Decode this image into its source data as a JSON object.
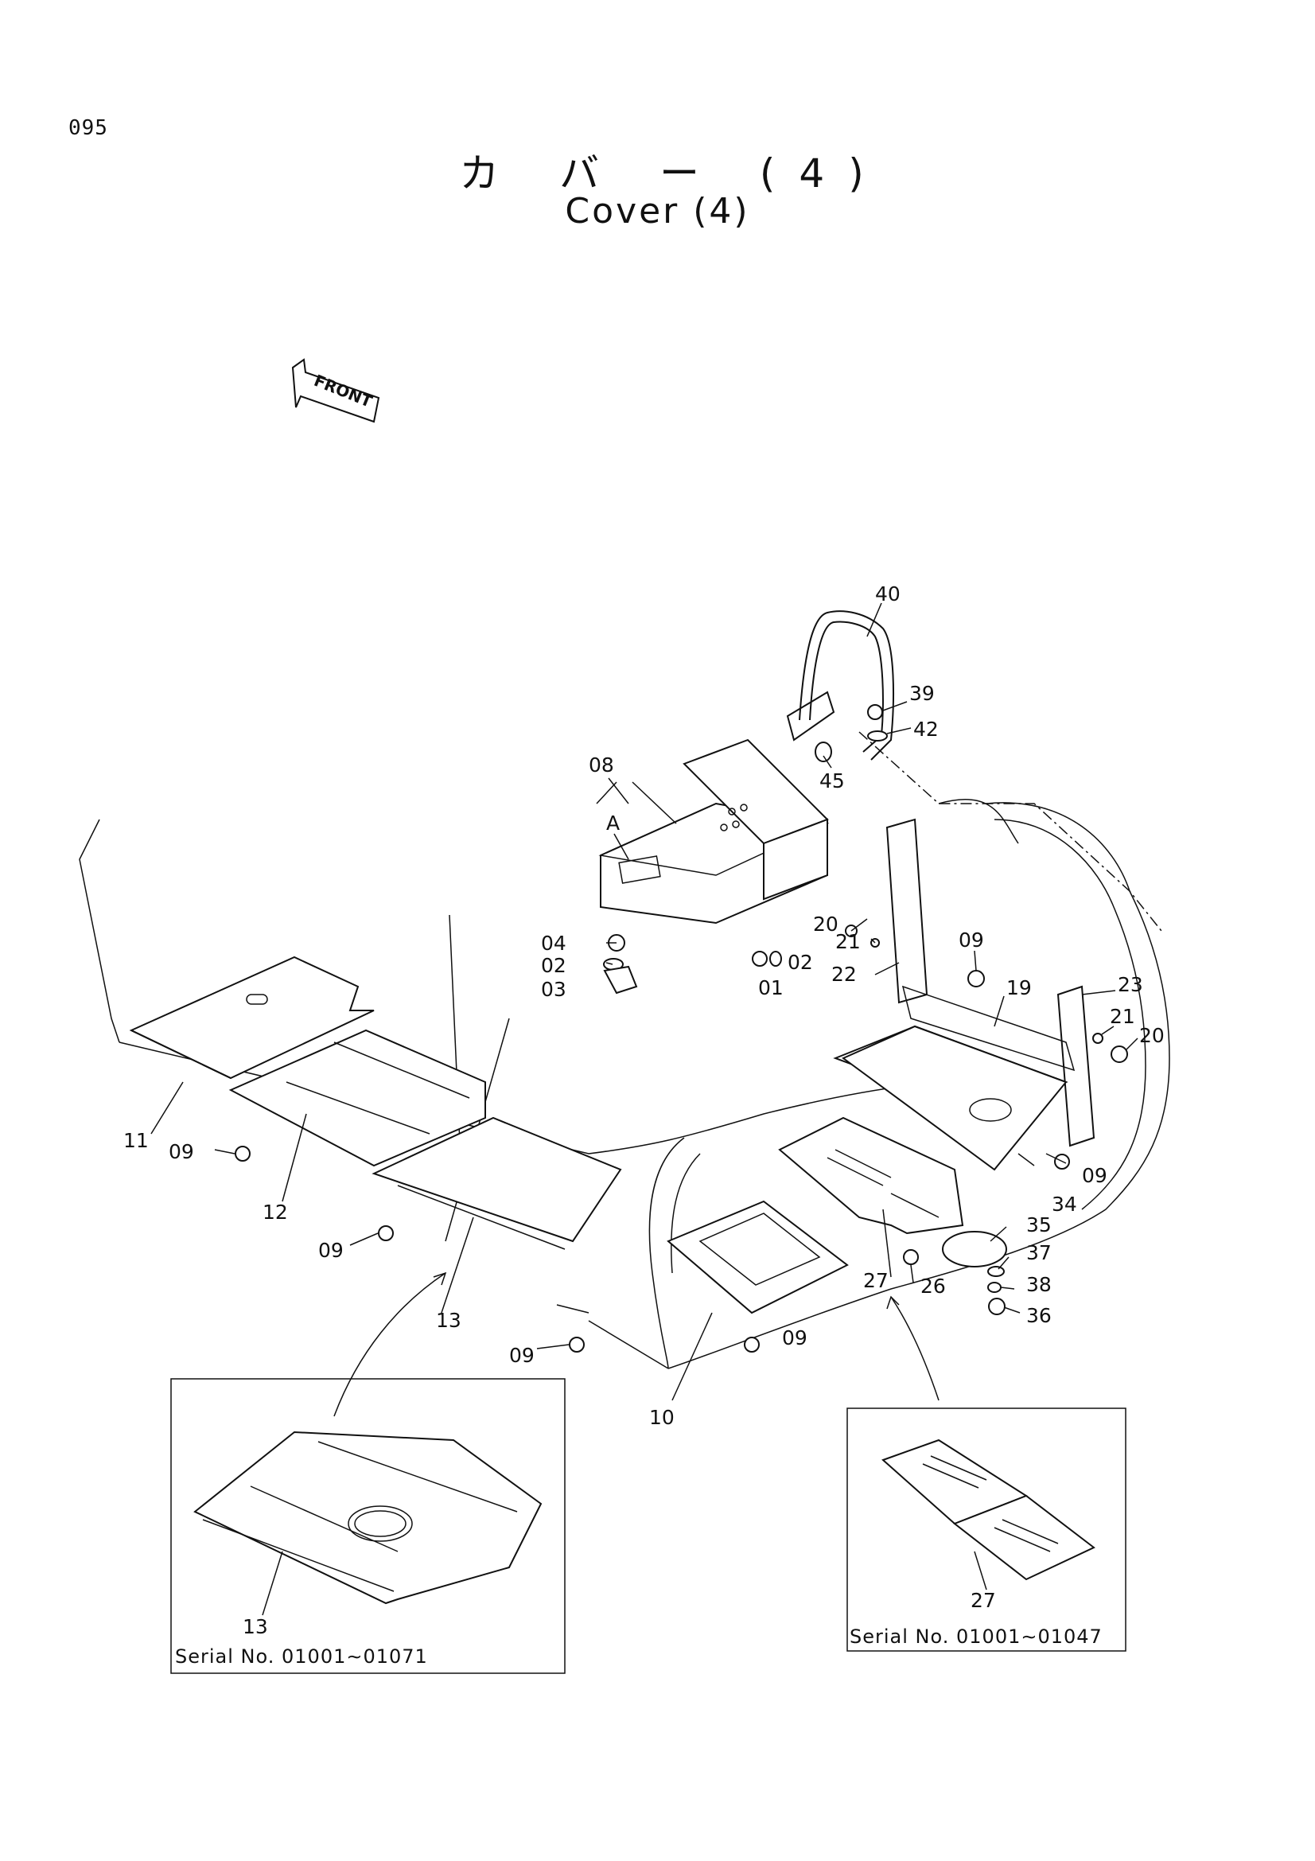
{
  "page": {
    "number": "095",
    "title_jp": "カ バ ー (4)",
    "title_en": "Cover (4)"
  },
  "front_arrow": {
    "label": "FRONT"
  },
  "callouts": {
    "c40": "40",
    "c39": "39",
    "c42": "42",
    "c45": "45",
    "c08": "08",
    "cA": "A",
    "c04": "04",
    "c02a": "02",
    "c03": "03",
    "c01": "01",
    "c02b": "02",
    "c20a": "20",
    "c21a": "21",
    "c22": "22",
    "c09a": "09",
    "c19": "19",
    "c23": "23",
    "c21b": "21",
    "c20b": "20",
    "c11": "11",
    "c09b": "09",
    "c12": "12",
    "c09c": "09",
    "c13": "13",
    "c09d": "09",
    "c10": "10",
    "c09e": "09",
    "c27": "27",
    "c26": "26",
    "c34": "34",
    "c09f": "09",
    "c35": "35",
    "c37": "37",
    "c38": "38",
    "c36": "36"
  },
  "insets": [
    {
      "part": "13",
      "serial": "Serial No. 01001∼01071"
    },
    {
      "part": "27",
      "serial": "Serial No. 01001∼01047"
    }
  ]
}
